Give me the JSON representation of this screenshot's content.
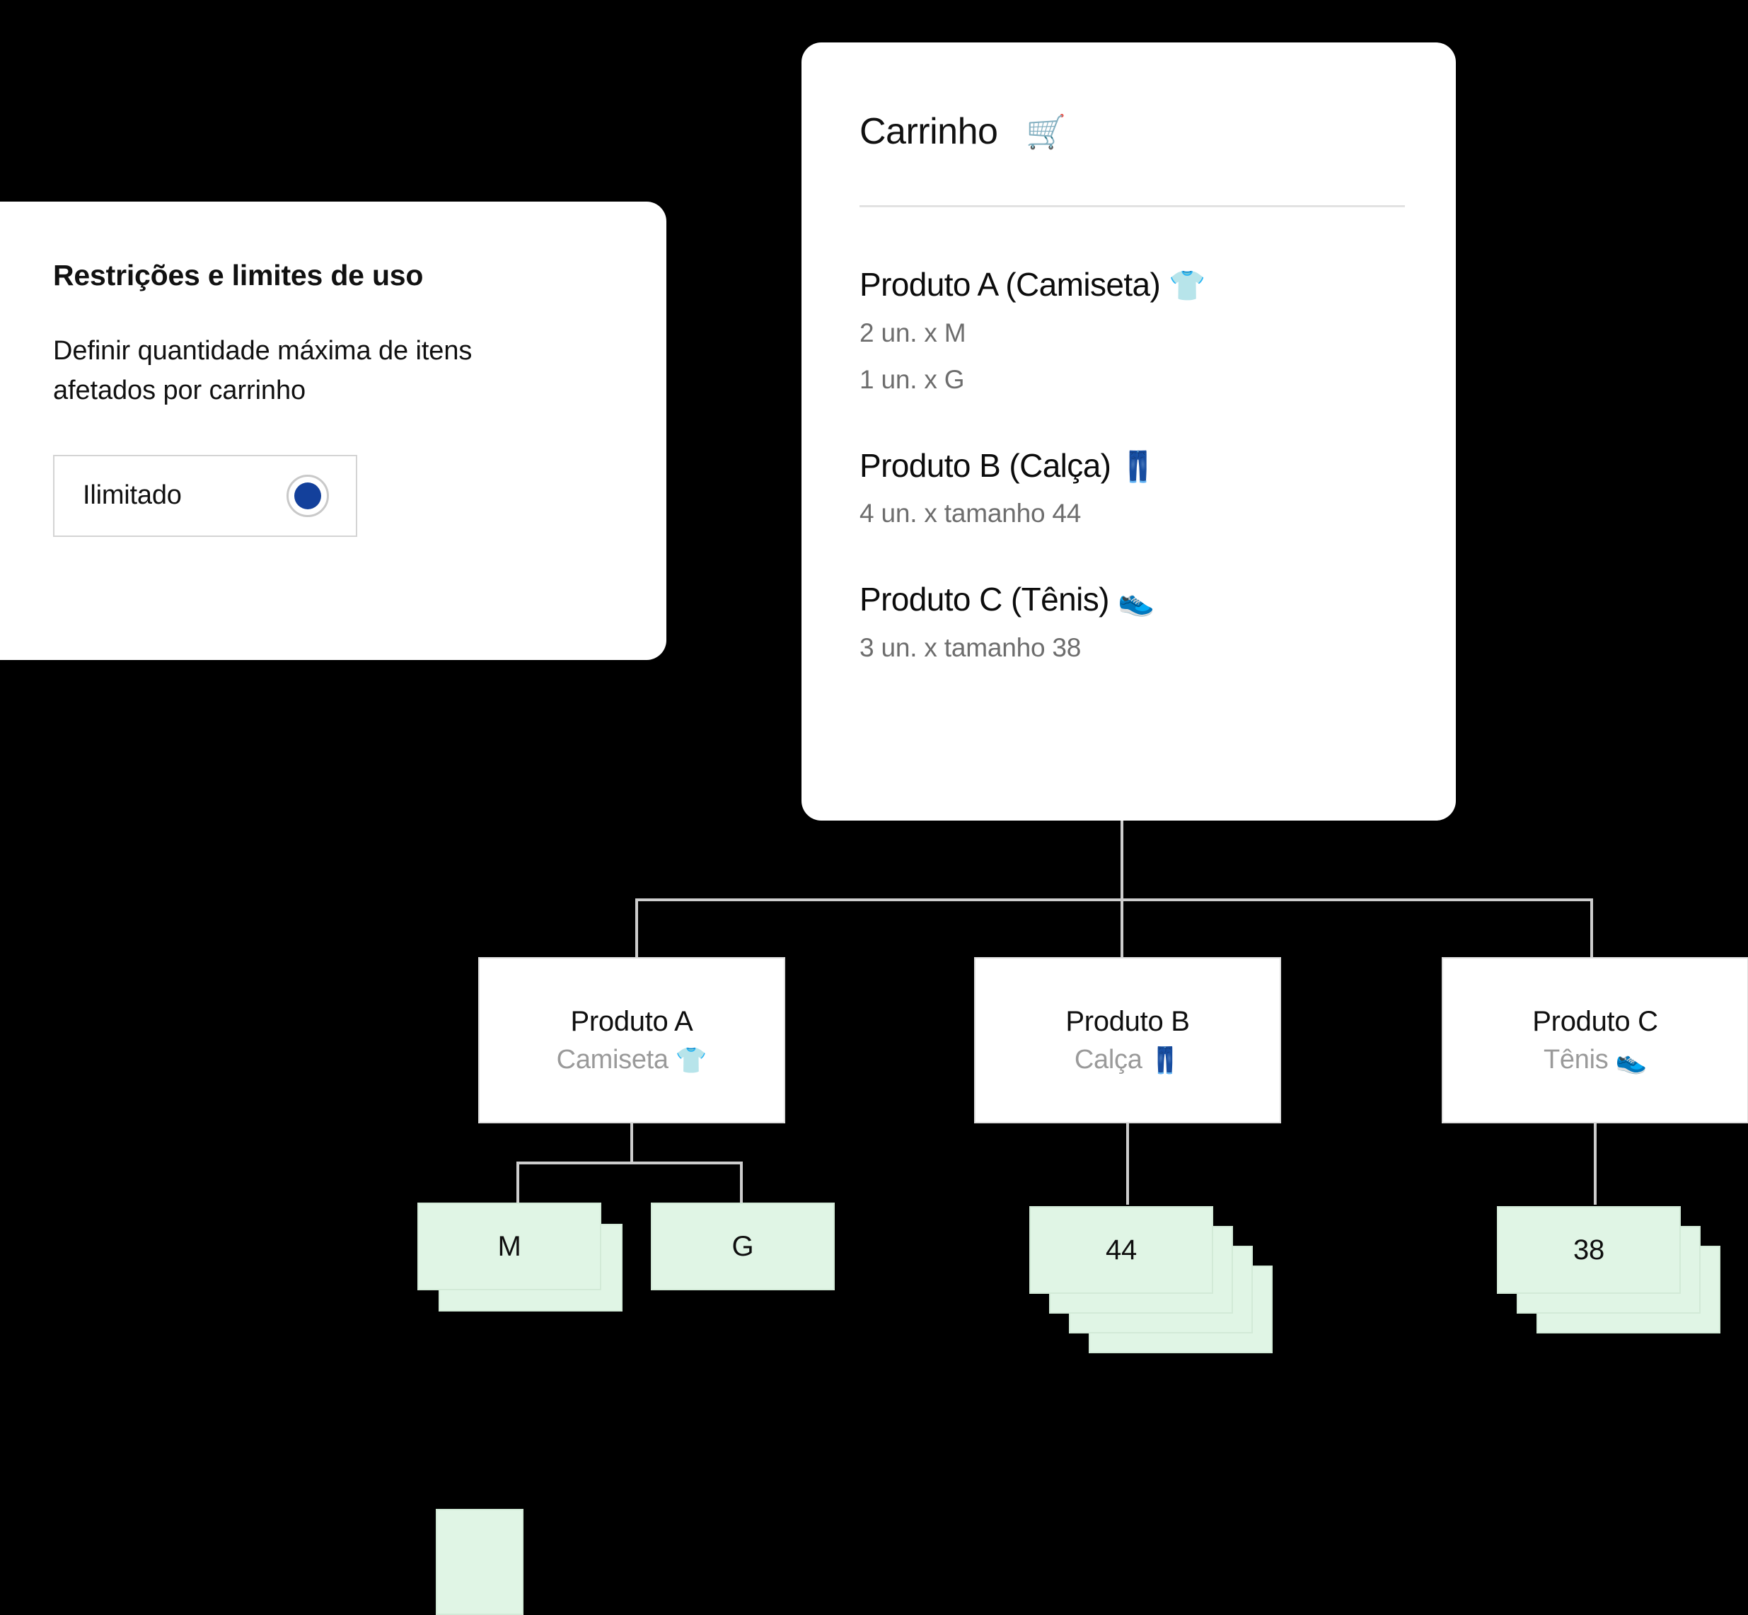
{
  "settings_panel": {
    "title": "Restrições e limites de uso",
    "description": "Definir quantidade máxima de itens afetados por carrinho",
    "option": {
      "label": "Ilimitado",
      "selected": true
    }
  },
  "cart_panel": {
    "title": "Carrinho",
    "title_emoji": "🛒",
    "items": [
      {
        "name": "Produto A (Camiseta)",
        "emoji": "👕",
        "lines": [
          "2 un. x M",
          "1 un. x G"
        ]
      },
      {
        "name": "Produto B (Calça)",
        "emoji": "👖",
        "lines": [
          "4 un. x tamanho 44"
        ]
      },
      {
        "name": "Produto C (Tênis)",
        "emoji": "👟",
        "lines": [
          "3 un. x  tamanho 38"
        ]
      }
    ]
  },
  "tree": {
    "nodes": [
      {
        "title": "Produto A",
        "subtitle": "Camiseta",
        "emoji": "👕"
      },
      {
        "title": "Produto B",
        "subtitle": "Calça",
        "emoji": "👖"
      },
      {
        "title": "Produto C",
        "subtitle": "Tênis",
        "emoji": "👟"
      }
    ],
    "size_stacks": [
      {
        "label": "M",
        "count": 2
      },
      {
        "label": "G",
        "count": 1
      },
      {
        "label": "44",
        "count": 4
      },
      {
        "label": "38",
        "count": 3
      }
    ]
  },
  "colors": {
    "background": "#000000",
    "card": "#ffffff",
    "accent_radio": "#13409b",
    "green_card": "#e0f5e5",
    "green_border": "#d2ead7",
    "connector": "#cdcdcd",
    "muted_text": "#9a9a9a"
  }
}
